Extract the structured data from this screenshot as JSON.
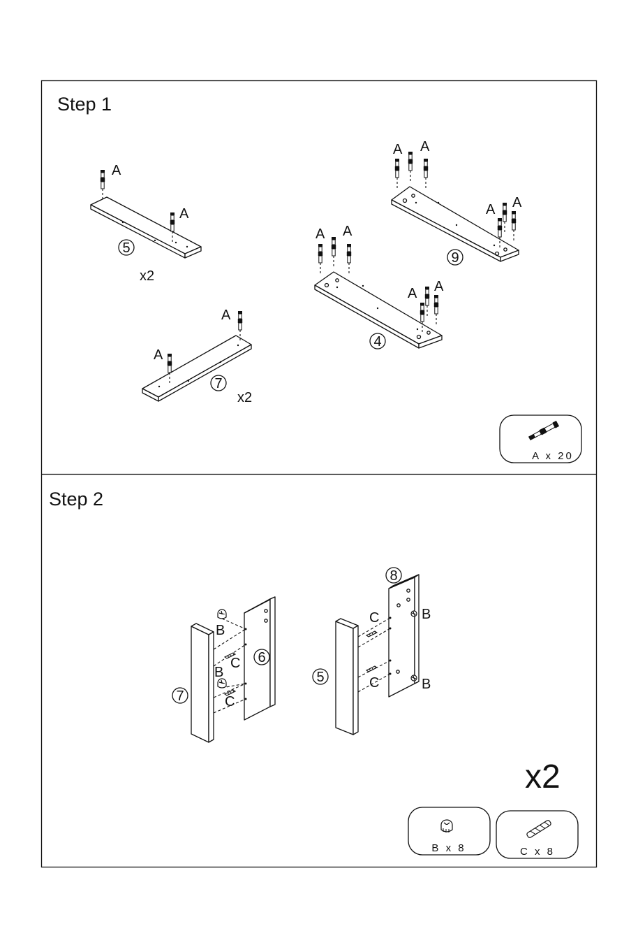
{
  "steps": [
    {
      "title": "Step 1",
      "parts": [
        {
          "number": "5",
          "multiplier": "x2"
        },
        {
          "number": "7",
          "multiplier": "x2"
        },
        {
          "number": "9"
        },
        {
          "number": "4"
        }
      ],
      "fastener_label": "A",
      "hardware": [
        {
          "label": "A x 20",
          "icon": "cam-bolt-icon"
        }
      ]
    },
    {
      "title": "Step 2",
      "parts": [
        {
          "number": "7"
        },
        {
          "number": "6"
        },
        {
          "number": "5"
        },
        {
          "number": "8"
        }
      ],
      "labels": {
        "cam_lock": "B",
        "dowel": "C"
      },
      "multiplier": "x2",
      "hardware": [
        {
          "label": "B x 8",
          "icon": "cam-lock-icon"
        },
        {
          "label": "C x 8",
          "icon": "wood-dowel-icon"
        }
      ]
    }
  ]
}
